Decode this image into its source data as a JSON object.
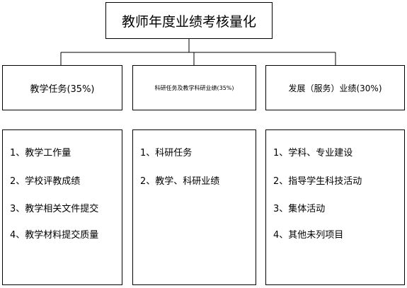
{
  "title": "教师年度业绩考核量化",
  "categories": [
    {
      "id": "teach",
      "header": "教学任务(35%)",
      "items": [
        "1、教学工作量",
        "2、学校评教成绩",
        "3、教学相关文件提交",
        "4、教学材料提交质量"
      ]
    },
    {
      "id": "research",
      "header": "科研任务及教学科研业绩(35%)",
      "items": [
        "1、科研任务",
        "2、教学、科研业绩"
      ]
    },
    {
      "id": "service",
      "header": "发展（服务）业绩(30%)",
      "items": [
        "1、学科、专业建设",
        "2、指导学生科技活动",
        "3、集体活动",
        "4、其他未列项目"
      ]
    }
  ],
  "colors": {
    "border": "#000000",
    "background": "#ffffff",
    "text": "#000000"
  }
}
